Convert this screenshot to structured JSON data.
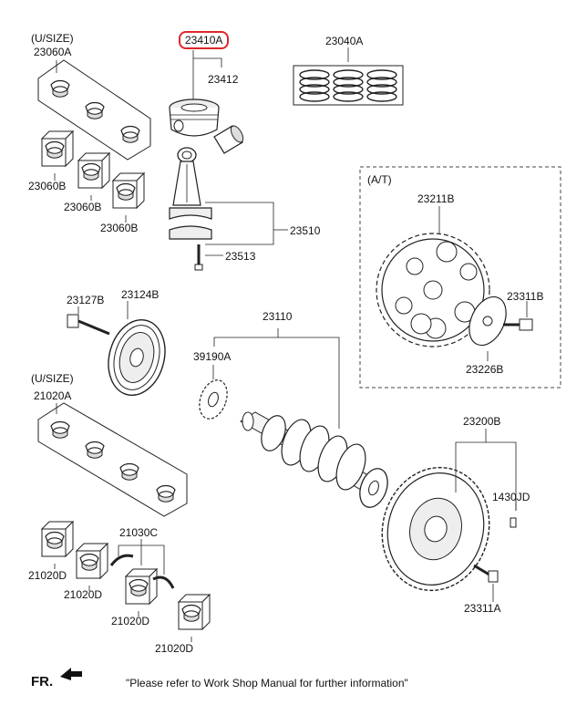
{
  "labels": {
    "us1": "(U/SIZE)",
    "p23060A": "23060A",
    "p23410A": "23410A",
    "p23412": "23412",
    "p23040A": "23040A",
    "p23060B": "23060B",
    "p23510": "23510",
    "p23513": "23513",
    "at": "(A/T)",
    "p23211B": "23211B",
    "p23127B": "23127B",
    "p23124B": "23124B",
    "p23110": "23110",
    "p23311B": "23311B",
    "p39190A": "39190A",
    "p23226B": "23226B",
    "us2": "(U/SIZE)",
    "p21020A": "21020A",
    "p23200B": "23200B",
    "p1430JD": "1430JD",
    "p21030C": "21030C",
    "p21020D": "21020D",
    "p23311A": "23311A"
  },
  "footer": {
    "fr": "FR.",
    "note": "\"Please refer to Work Shop Manual for further information\""
  },
  "highlight_color": "#e0262b"
}
